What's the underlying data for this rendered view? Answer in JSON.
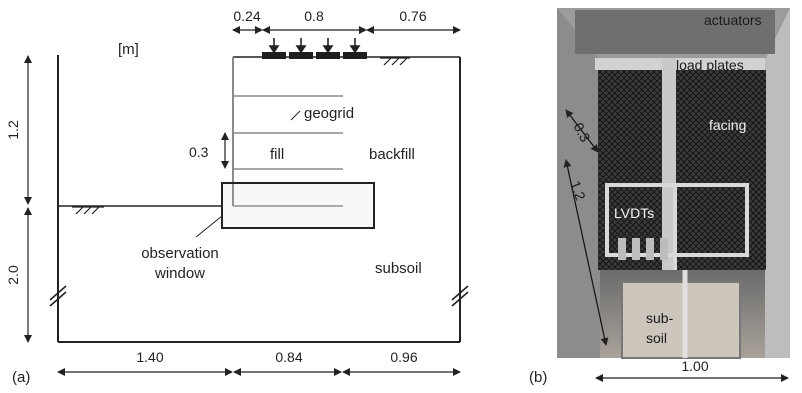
{
  "panel_a": {
    "label": "(a)",
    "unit": "[m]",
    "dims_top": [
      "0.24",
      "0.8",
      "0.76"
    ],
    "dims_bottom": [
      "1.40",
      "0.84",
      "0.96"
    ],
    "dims_left": [
      "1.2",
      "2.0"
    ],
    "dim_spacing": "0.3",
    "labels": {
      "geogrid": "geogrid",
      "fill": "fill",
      "backfill": "backfill",
      "observation_line1": "observation",
      "observation_line2": "window",
      "subsoil": "subsoil"
    }
  },
  "panel_b": {
    "label": "(b)",
    "actuators": "actuators",
    "load_plates": "load plates",
    "facing": "facing",
    "lvdts": "LVDTs",
    "sub_soil_line1": "sub-",
    "sub_soil_line2": "soil",
    "dim_03": "0.3",
    "dim_12": "1.2",
    "dim_width": "1.00"
  }
}
